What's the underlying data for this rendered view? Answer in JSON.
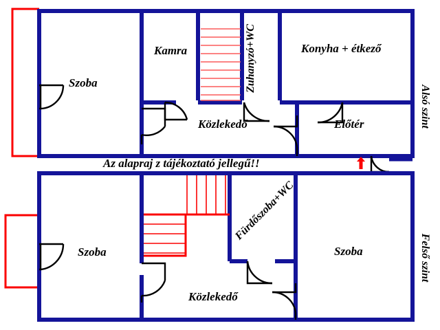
{
  "document": {
    "type": "floor-plan",
    "language": "hu",
    "notice": "Az alapraj z tájékoztató jellegű!!"
  },
  "levels": [
    {
      "id": "lower",
      "label": "Alsó szint",
      "rooms": [
        {
          "id": "szoba-lower-left",
          "label": "Szoba"
        },
        {
          "id": "kamra",
          "label": "Kamra"
        },
        {
          "id": "zuhanyzo-wc",
          "label": "Zuhanyzó+WC"
        },
        {
          "id": "konyha-etkezo",
          "label": "Konyha + étkező"
        },
        {
          "id": "kozlekedo-lower",
          "label": "Közlekedő"
        },
        {
          "id": "eloter",
          "label": "Előtér"
        }
      ]
    },
    {
      "id": "upper",
      "label": "Felső szint",
      "rooms": [
        {
          "id": "szoba-upper-left",
          "label": "Szoba"
        },
        {
          "id": "furdoszoba-wc",
          "label": "Fürdőszoba+WC"
        },
        {
          "id": "szoba-upper-right",
          "label": "Szoba"
        },
        {
          "id": "kozlekedo-upper",
          "label": "Közlekedő"
        }
      ]
    }
  ],
  "markers": {
    "entrance_arrow": "up-arrow-icon"
  },
  "colors": {
    "wall": "#141499",
    "terrace": "#fb0000",
    "stairs": "#fb5a5a",
    "stairs_outline": "#fb0000",
    "door": "#000000",
    "arrow": "#fb0000",
    "text": "#000000",
    "background": "#ffffff"
  }
}
